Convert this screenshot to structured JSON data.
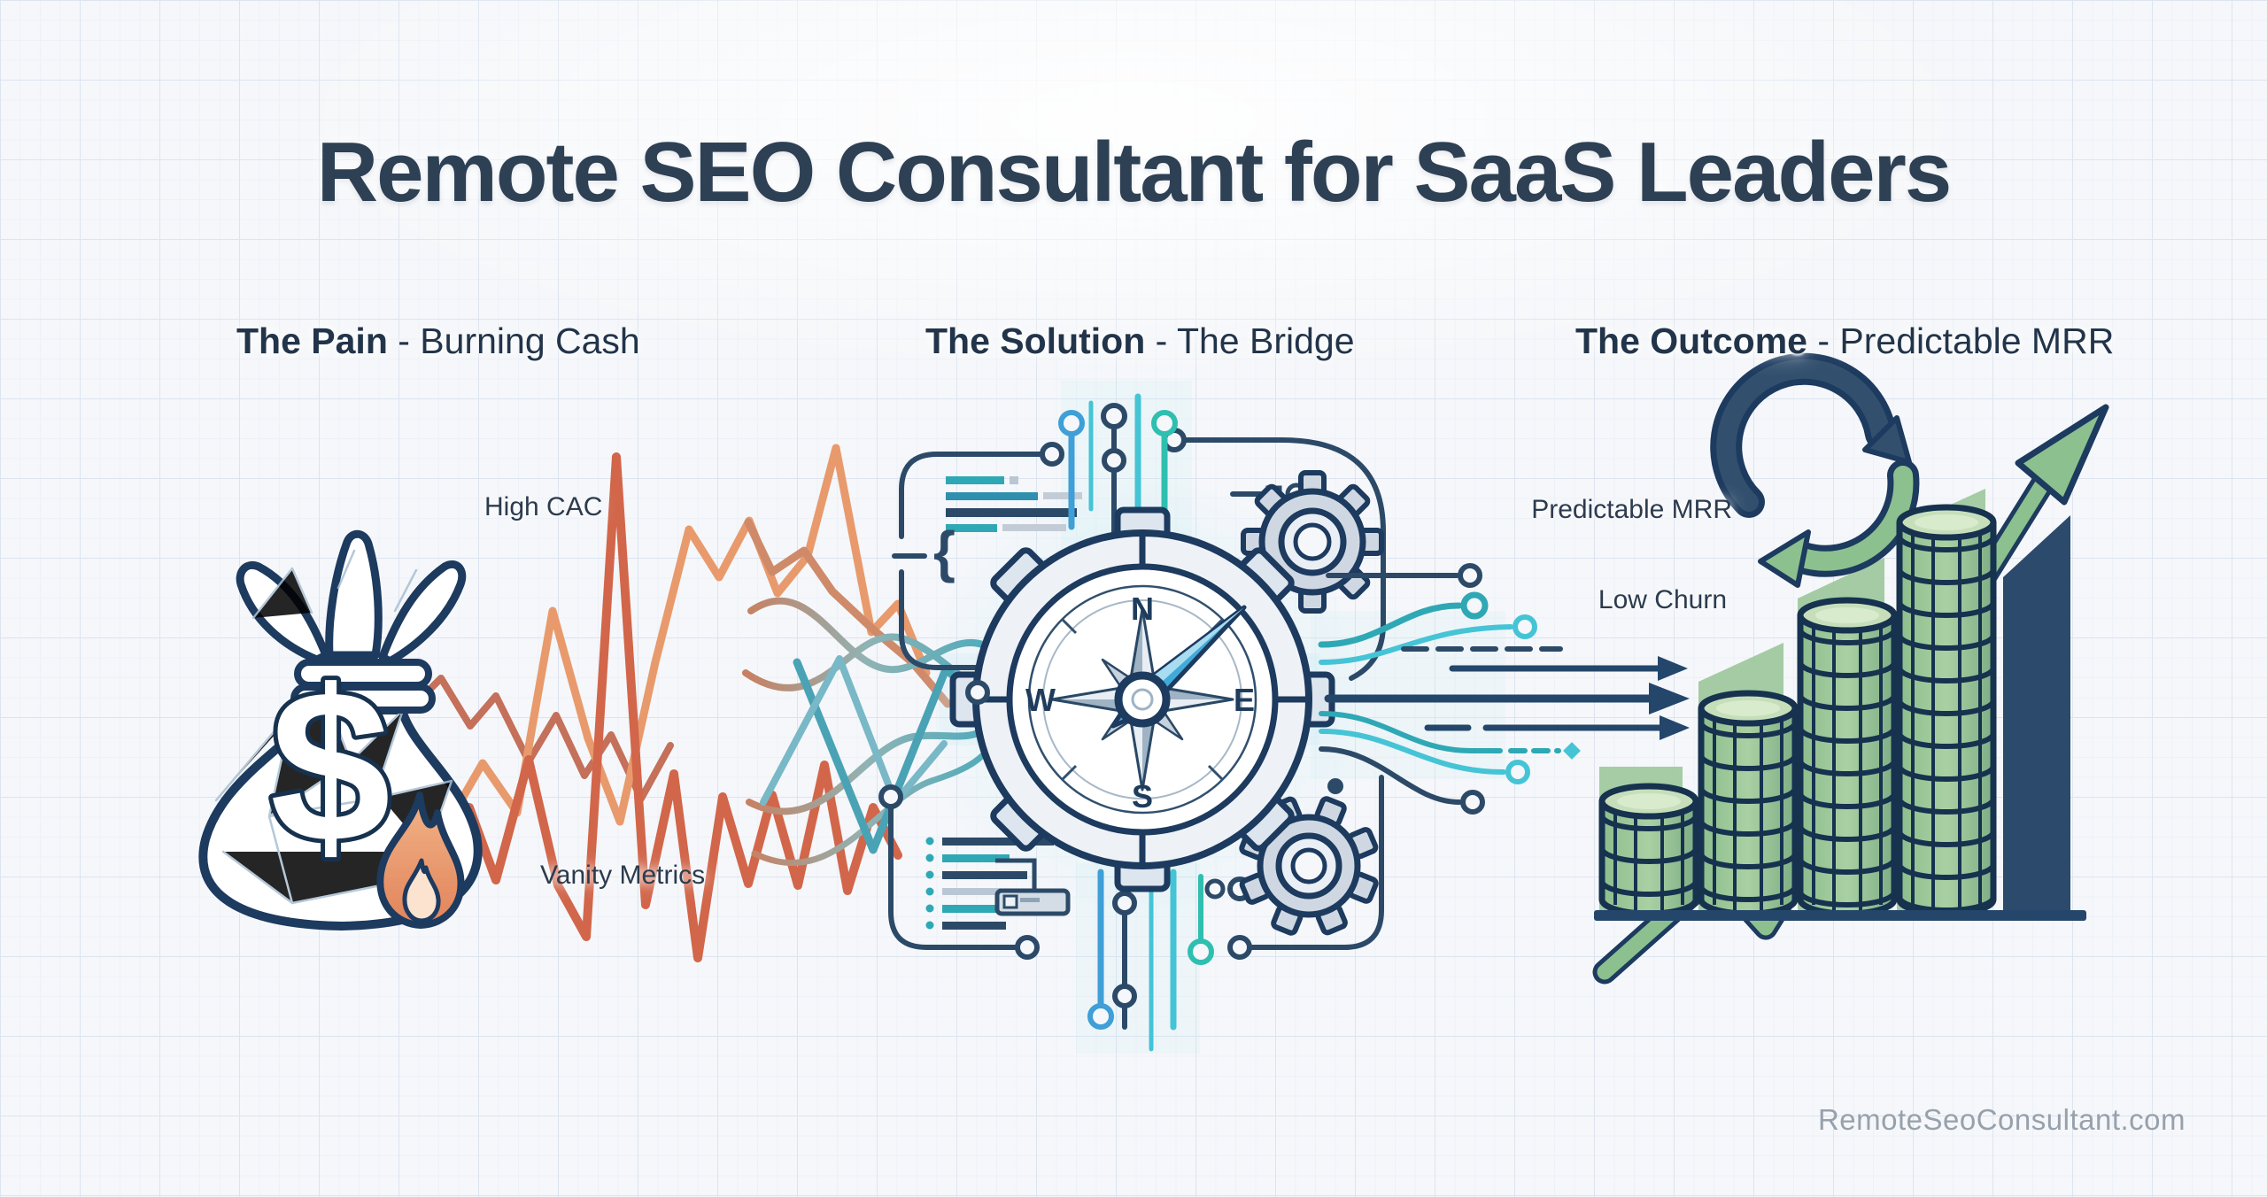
{
  "title": "Remote SEO Consultant for SaaS Leaders",
  "footer": {
    "site": "RemoteSeoConsultant.com"
  },
  "sections": {
    "pain": {
      "heading_strong": "The Pain",
      "heading_rest": " - Burning Cash",
      "dollar_sign": "$",
      "labels": {
        "high_cac": "High CAC",
        "vanity_metrics": "Vanity Metrics"
      }
    },
    "solution": {
      "heading_strong": "The Solution",
      "heading_rest": " - The Bridge",
      "brace": "{"
    },
    "outcome": {
      "heading_strong": "The Outcome",
      "heading_rest": " - Predictable MRR",
      "labels": {
        "predictable_mrr": "Predictable MRR",
        "low_churn": "Low Churn"
      }
    }
  },
  "compass": {
    "north": "N",
    "east": "E",
    "south": "S",
    "west": "W"
  },
  "icons": {
    "money_bag": "money-bag-icon",
    "flame": "flame-icon",
    "chaotic_metrics": "chaotic-line-chart",
    "compass": "compass-icon",
    "gears": "gear-icon",
    "doc_list": "document-list-icon",
    "server": "server-icon",
    "circuit": "circuit-trace",
    "cycle": "cycle-arrows-icon",
    "growth": "growth-arrow-icon",
    "coins": "coin-stack-icon",
    "bar": "revenue-bar"
  },
  "colors": {
    "navy": "#1d3a5f",
    "heading": "#26374b",
    "orange": "#e89a6c",
    "red_orange": "#d2664a",
    "teal": "#2fa8b5",
    "cyan": "#45c4d6",
    "blue": "#3f9fd6",
    "green": "#8cc08f",
    "green_light": "#b6d7ae",
    "steel": "#b9c6d4",
    "grey_text": "#97a1ac",
    "background": "#f5f7fa"
  }
}
